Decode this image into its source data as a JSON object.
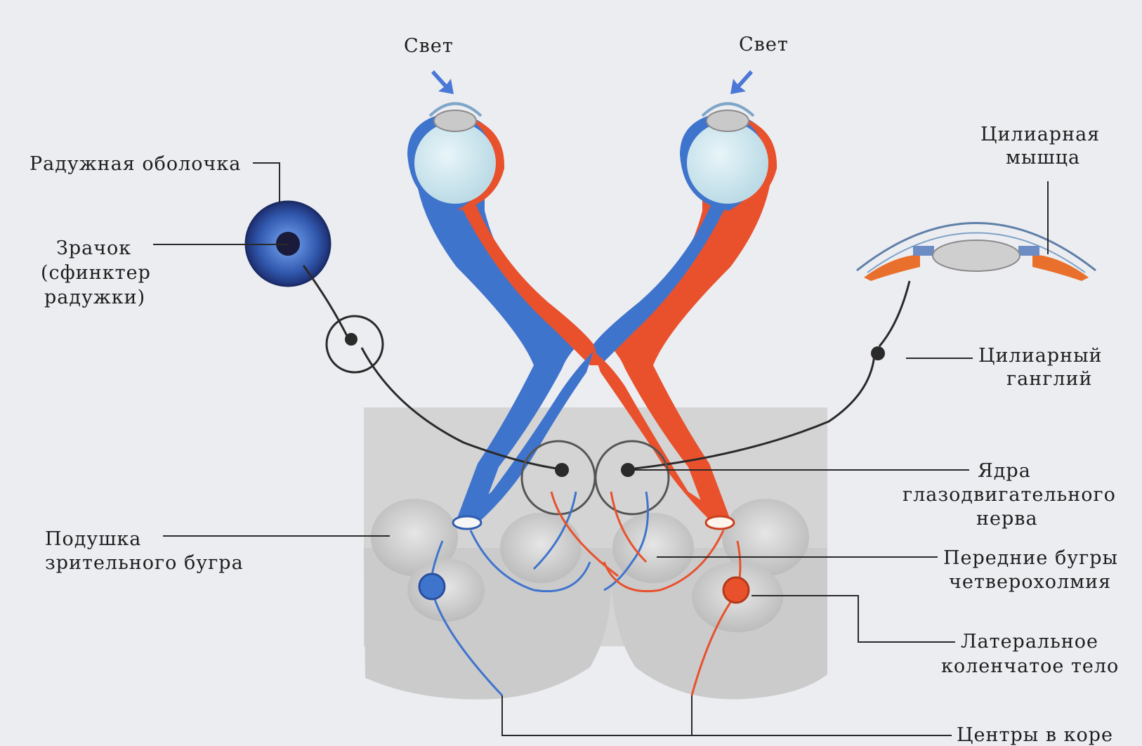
{
  "labels": {
    "light_left": "Свет",
    "light_right": "Свет",
    "iris": "Радужная оболочка",
    "pupil_1": "Зрачок",
    "pupil_2": "(сфинктер",
    "pupil_3": "радужки)",
    "ciliary_muscle_1": "Цилиарная",
    "ciliary_muscle_2": "мышца",
    "ciliary_ganglion_1": "Цилиарный",
    "ciliary_ganglion_2": "ганглий",
    "oculomotor_1": "Ядра",
    "oculomotor_2": "глазодвигательного",
    "oculomotor_3": "нерва",
    "pulvinar_1": "Подушка",
    "pulvinar_2": "зрительного бугра",
    "colliculi_1": "Передние бугры",
    "colliculi_2": "четверохолмия",
    "lgb_1": "Латеральное",
    "lgb_2": "коленчатое тело",
    "cortex": "Центры в коре"
  },
  "colors": {
    "background": "#ecedf1",
    "nerve_blue": "#3f74cc",
    "nerve_red": "#e8512c",
    "eyeball_fill": "#cde6ef",
    "iris_blue": "#2a4f9e",
    "brain_gray": "#cfcfd0",
    "line": "#2a2a2a"
  }
}
